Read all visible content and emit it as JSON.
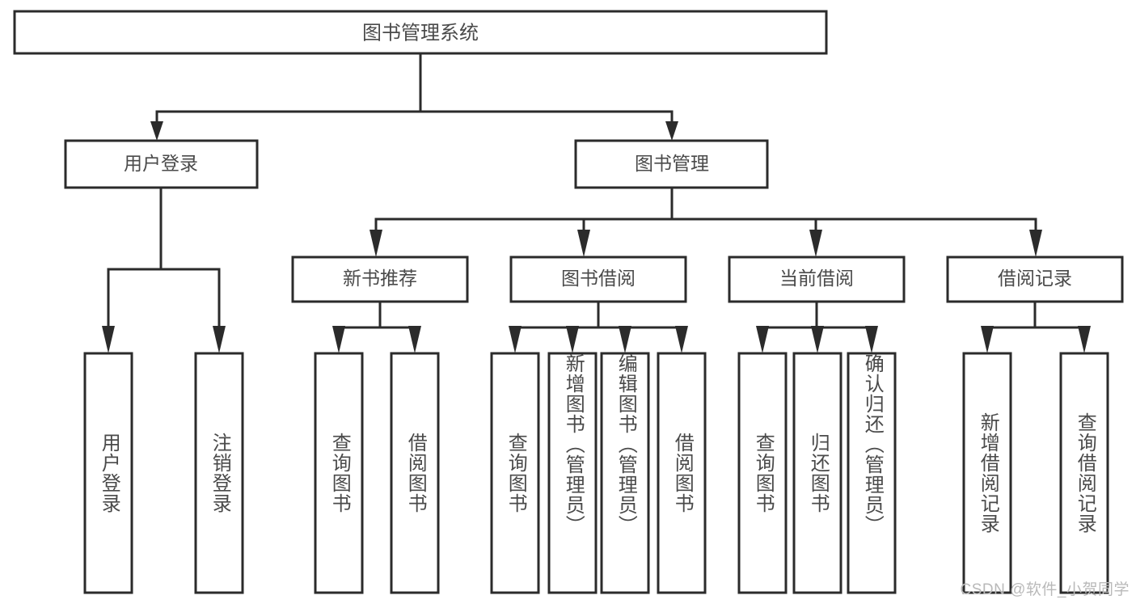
{
  "diagram": {
    "type": "tree-hierarchy-chart",
    "title": "图书管理系统",
    "watermark": "CSDN @软件_小贺同学",
    "colors": {
      "box_stroke": "#2b2b2b",
      "box_fill": "#ffffff",
      "text": "#4a4a4a",
      "watermark": "#b9b9b9",
      "background": "#ffffff"
    },
    "levels": {
      "root": {
        "label": "图书管理系统"
      },
      "level2": [
        {
          "id": "user-login",
          "label": "用户登录"
        },
        {
          "id": "book-management",
          "label": "图书管理"
        }
      ],
      "level3": [
        {
          "id": "new-book-recommend",
          "label": "新书推荐",
          "parent": "book-management"
        },
        {
          "id": "book-borrow",
          "label": "图书借阅",
          "parent": "book-management"
        },
        {
          "id": "current-borrow",
          "label": "当前借阅",
          "parent": "book-management"
        },
        {
          "id": "borrow-record",
          "label": "借阅记录",
          "parent": "book-management"
        }
      ],
      "leaves": [
        {
          "id": "leaf-user-login",
          "label": "用户登录",
          "parent": "user-login"
        },
        {
          "id": "leaf-user-logout",
          "label": "注销登录",
          "parent": "user-login"
        },
        {
          "id": "leaf-query-book-1",
          "label": "查询图书",
          "parent": "new-book-recommend"
        },
        {
          "id": "leaf-borrow-book-1",
          "label": "借阅图书",
          "parent": "new-book-recommend"
        },
        {
          "id": "leaf-query-book-2",
          "label": "查询图书",
          "parent": "book-borrow"
        },
        {
          "id": "leaf-add-book",
          "label": "新增图书（管理员）",
          "parent": "book-borrow"
        },
        {
          "id": "leaf-edit-book",
          "label": "编辑图书（管理员）",
          "parent": "book-borrow"
        },
        {
          "id": "leaf-borrow-book-2",
          "label": "借阅图书",
          "parent": "book-borrow"
        },
        {
          "id": "leaf-query-book-3",
          "label": "查询图书",
          "parent": "current-borrow"
        },
        {
          "id": "leaf-return-book",
          "label": "归还图书",
          "parent": "current-borrow"
        },
        {
          "id": "leaf-confirm-return",
          "label": "确认归还（管理员）",
          "parent": "current-borrow"
        },
        {
          "id": "leaf-add-record",
          "label": "新增借阅记录",
          "parent": "borrow-record"
        },
        {
          "id": "leaf-query-record",
          "label": "查询借阅记录",
          "parent": "borrow-record"
        }
      ]
    }
  }
}
